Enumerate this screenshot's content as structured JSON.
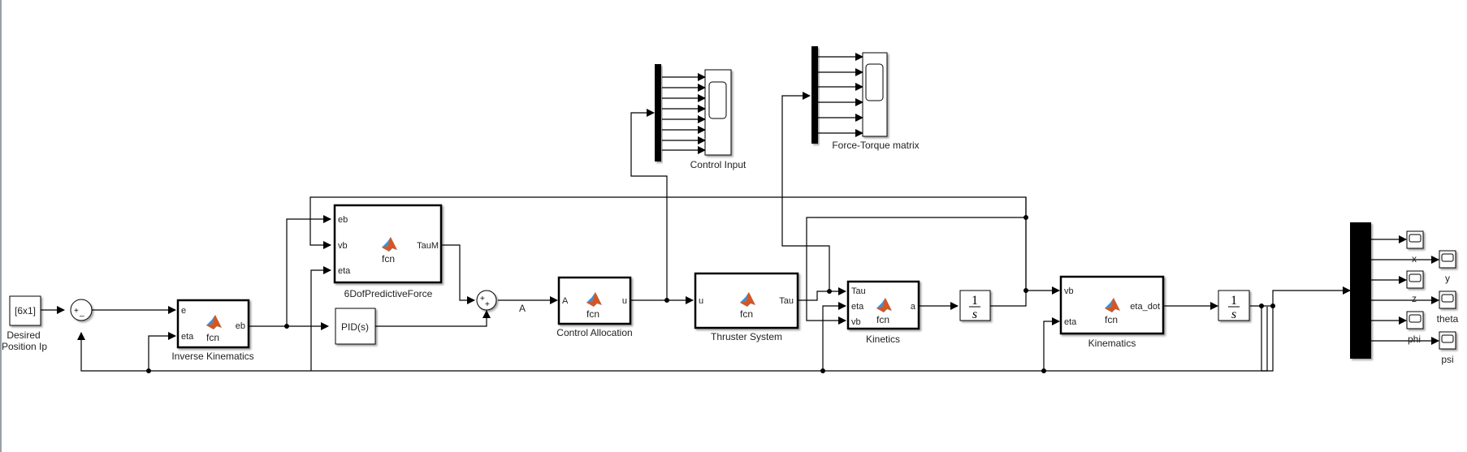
{
  "blocks": {
    "desired": {
      "value": "[6x1]",
      "label_line1": "Desired",
      "label_line2": "Position Ip"
    },
    "sum1": {
      "signs": [
        "+",
        "_"
      ]
    },
    "inverse_kinematics": {
      "name": "Inverse Kinematics",
      "fcn": "fcn",
      "in": [
        "e",
        "eta"
      ],
      "out": [
        "eb"
      ]
    },
    "predictive": {
      "name": "6DofPredictiveForce",
      "fcn": "fcn",
      "in": [
        "eb",
        "vb",
        "eta"
      ],
      "out": [
        "TauM"
      ]
    },
    "pid": {
      "text": "PID(s)"
    },
    "sum2": {
      "signs": [
        "+",
        "+"
      ]
    },
    "signal_A": "A",
    "control_allocation": {
      "name": "Control Allocation",
      "fcn": "fcn",
      "in": [
        "A"
      ],
      "out": [
        "u"
      ]
    },
    "thruster": {
      "name": "Thruster System",
      "fcn": "fcn",
      "in": [
        "u"
      ],
      "out": [
        "Tau"
      ]
    },
    "kinetics": {
      "name": "Kinetics",
      "fcn": "fcn",
      "in": [
        "Tau",
        "eta",
        "vb"
      ],
      "out": [
        "a"
      ]
    },
    "integrator1": {
      "num": "1",
      "den": "s"
    },
    "kinematics": {
      "name": "Kinematics",
      "fcn": "fcn",
      "in": [
        "vb",
        "eta"
      ],
      "out": [
        "eta_dot"
      ]
    },
    "integrator2": {
      "num": "1",
      "den": "s"
    },
    "scope_control": {
      "name": "Control Input"
    },
    "scope_force": {
      "name": "Force-Torque matrix"
    },
    "scopes_out": [
      "x",
      "y",
      "z",
      "theta",
      "phi",
      "psi"
    ]
  },
  "colors": {
    "matlab_orange": "#d9541e",
    "matlab_blue": "#3d8fd1"
  }
}
